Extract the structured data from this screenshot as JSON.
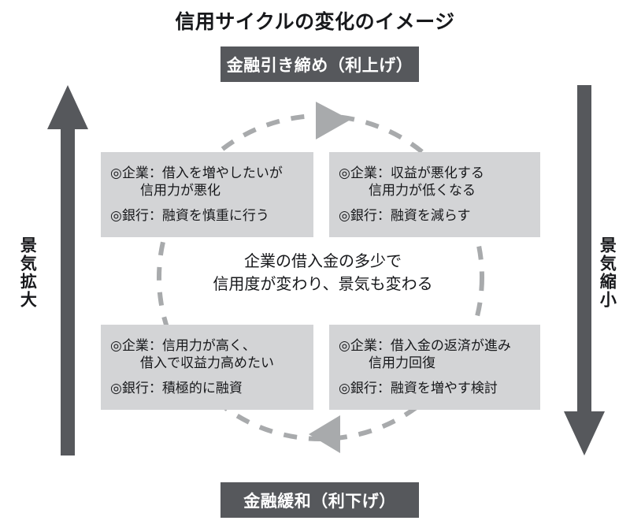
{
  "title": "信用サイクルの変化のイメージ",
  "banners": {
    "top": "金融引き締め（利上げ）",
    "bottom": "金融緩和（利下げ）"
  },
  "side_labels": {
    "left": "景気拡大",
    "right": "景気縮小"
  },
  "arrows": {
    "left_direction": "up",
    "right_direction": "down",
    "cycle_direction": "clockwise",
    "color": "#56585c",
    "cycle_color": "#a8aaac"
  },
  "center": {
    "line1": "企業の借入金の多少で",
    "line2": "信用度が変わり、景気も変わる"
  },
  "quadrants": {
    "top_left": {
      "line1": "◎企業：借入を増やしたいが",
      "line2": "信用力が悪化",
      "line3": "◎銀行：融資を慎重に行う"
    },
    "top_right": {
      "line1": "◎企業：収益が悪化する",
      "line2": "信用力が低くなる",
      "line3": "◎銀行：融資を減らす"
    },
    "bottom_left": {
      "line1": "◎企業：信用力が高く、",
      "line2": "借入で収益力高めたい",
      "line3": "◎銀行：積極的に融資"
    },
    "bottom_right": {
      "line1": "◎企業：借入金の返済が進み",
      "line2": "信用力回復",
      "line3": "◎銀行：融資を増やす検討"
    }
  },
  "colors": {
    "box_fill": "#d3d4d6",
    "banner_fill": "#56585c",
    "text": "#17181b",
    "background": "#ffffff"
  }
}
